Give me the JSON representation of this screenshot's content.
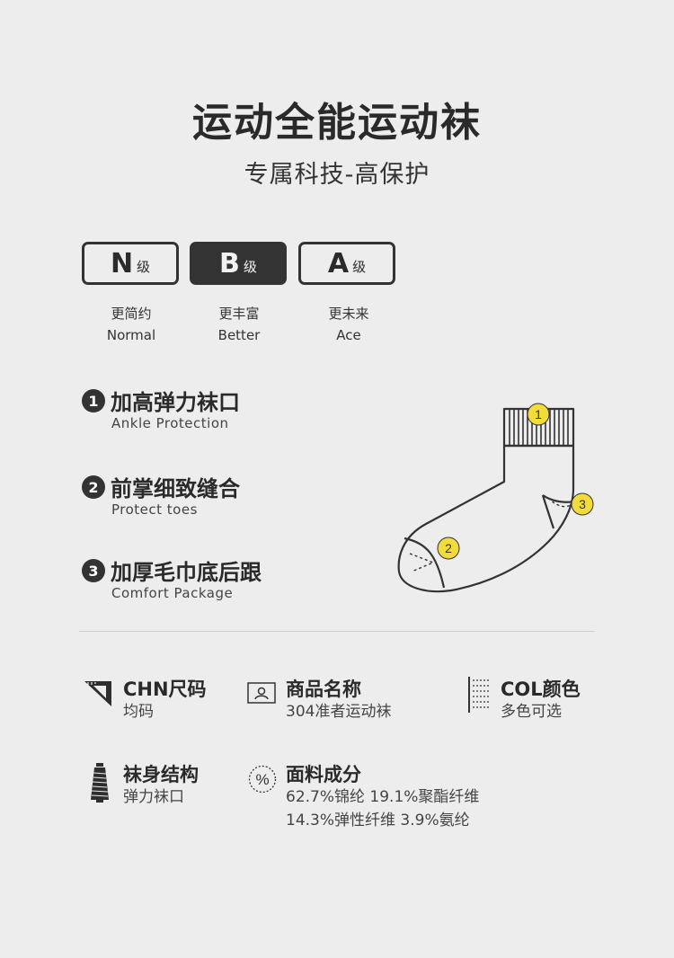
{
  "header": {
    "title": "运动全能运动袜",
    "subtitle": "专属科技-高保护"
  },
  "grades": [
    {
      "letter": "N",
      "level": "级",
      "cn": "更简约",
      "en": "Normal",
      "active": false
    },
    {
      "letter": "B",
      "level": "级",
      "cn": "更丰富",
      "en": "Better",
      "active": true
    },
    {
      "letter": "A",
      "level": "级",
      "cn": "更未来",
      "en": "Ace",
      "active": false
    }
  ],
  "features": [
    {
      "num": "1",
      "title": "加高弹力袜口",
      "subtitle": "Ankle  Protection"
    },
    {
      "num": "2",
      "title": "前掌细致缝合",
      "subtitle": "Protect  toes"
    },
    {
      "num": "3",
      "title": "加厚毛巾底后跟",
      "subtitle": "Comfort  Package"
    }
  ],
  "diagram": {
    "markers": [
      "1",
      "2",
      "3"
    ],
    "marker_color": "#f1dc3c"
  },
  "specs": {
    "size": {
      "title": "CHN尺码",
      "value": "均码",
      "icon": "ruler-triangle-icon"
    },
    "name": {
      "title": "商品名称",
      "value": "304准者运动袜",
      "icon": "id-card-icon"
    },
    "color": {
      "title": "COL颜色",
      "value": "多色可选",
      "icon": "color-swatch-icon"
    },
    "structure": {
      "title": "袜身结构",
      "value": "弹力袜口",
      "icon": "yarn-spool-icon"
    },
    "material": {
      "title": "面料成分",
      "line1": "62.7%锦纶 19.1%聚酯纤维",
      "line2": "14.3%弹性纤维 3.9%氨纶",
      "icon": "percent-icon"
    }
  }
}
